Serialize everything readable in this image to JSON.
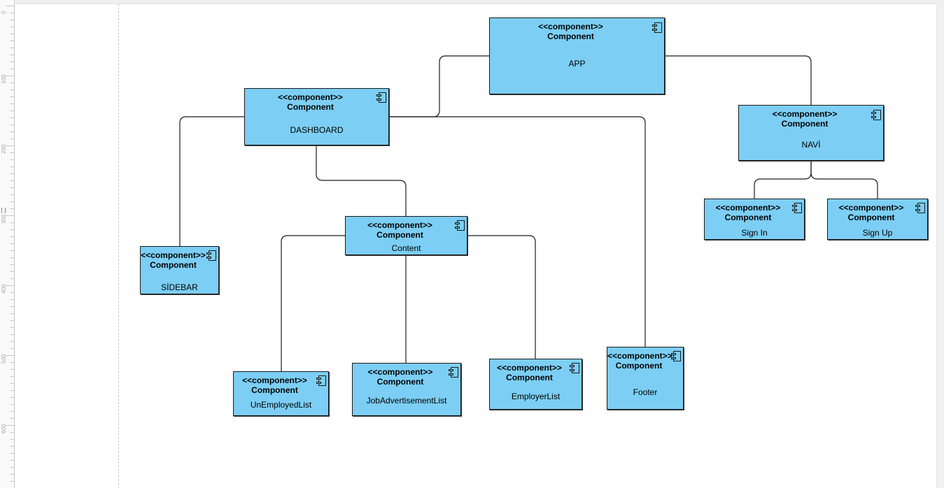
{
  "ruler": {
    "labels": [
      "0",
      "100",
      "200",
      "300",
      "400",
      "500",
      "600"
    ]
  },
  "colors": {
    "component_fill": "#7ccef4",
    "component_border": "#1a1a1a",
    "connector": "#1a1a1a"
  },
  "icons": {
    "component": "uml-component-icon"
  },
  "diagram": {
    "components": [
      {
        "id": "app",
        "stereotype": "<<component>>",
        "kind": "Component",
        "name": "APP"
      },
      {
        "id": "dashboard",
        "stereotype": "<<component>>",
        "kind": "Component",
        "name": "DASHBOARD"
      },
      {
        "id": "navi",
        "stereotype": "<<component>>",
        "kind": "Component",
        "name": "NAVİ"
      },
      {
        "id": "sign-in",
        "stereotype": "<<component>>",
        "kind": "Component",
        "name": "Sign In"
      },
      {
        "id": "sign-up",
        "stereotype": "<<component>>",
        "kind": "Component",
        "name": "Sign Up"
      },
      {
        "id": "content",
        "stereotype": "<<component>>",
        "kind": "Component",
        "name": "Content"
      },
      {
        "id": "sidebar",
        "stereotype": "<<component>>",
        "kind": "Component",
        "name": "SİDEBAR"
      },
      {
        "id": "unemployed-list",
        "stereotype": "<<component>>",
        "kind": "Component",
        "name": "UnEmployedList"
      },
      {
        "id": "job-advertisement-list",
        "stereotype": "<<component>>",
        "kind": "Component",
        "name": "JobAdvertisementList"
      },
      {
        "id": "employer-list",
        "stereotype": "<<component>>",
        "kind": "Component",
        "name": "EmployerList"
      },
      {
        "id": "footer",
        "stereotype": "<<component>>",
        "kind": "Component",
        "name": "Footer"
      }
    ],
    "connections": [
      {
        "from": "app",
        "to": "dashboard"
      },
      {
        "from": "app",
        "to": "navi"
      },
      {
        "from": "navi",
        "to": "sign-in"
      },
      {
        "from": "navi",
        "to": "sign-up"
      },
      {
        "from": "dashboard",
        "to": "sidebar"
      },
      {
        "from": "dashboard",
        "to": "content"
      },
      {
        "from": "dashboard",
        "to": "footer"
      },
      {
        "from": "content",
        "to": "unemployed-list"
      },
      {
        "from": "content",
        "to": "job-advertisement-list"
      },
      {
        "from": "content",
        "to": "employer-list"
      }
    ]
  }
}
